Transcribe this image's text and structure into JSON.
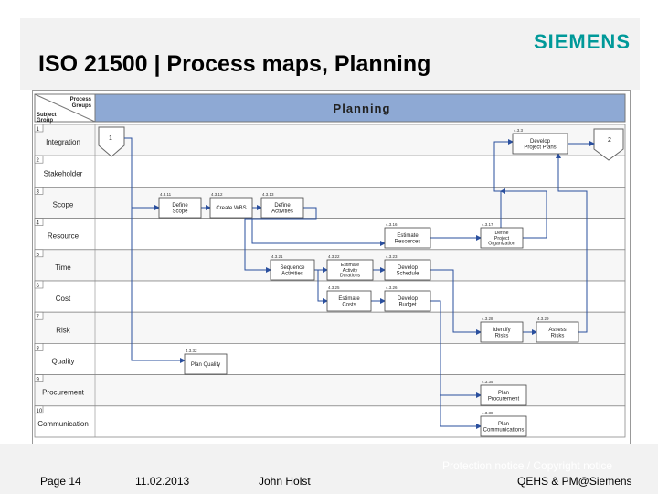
{
  "slide": {
    "title": "ISO 21500 | Process maps, Planning",
    "logo": "SIEMENS",
    "brand_color": "#009999",
    "footer": {
      "page": "Page 14",
      "date": "11.02.2013",
      "author": "John Holst",
      "notice": "Protection notice / Copyright notice",
      "department": "QEHS & PM@Siemens"
    }
  },
  "diagram": {
    "header_title": "Planning",
    "corner_process_groups": "Process Groups",
    "corner_subject_group": "Subject Group",
    "connector_start": "1",
    "connector_end": "2",
    "header_color": "#8ea9d4",
    "subjects": [
      {
        "num": "1",
        "name": "Integration"
      },
      {
        "num": "2",
        "name": "Stakeholder"
      },
      {
        "num": "3",
        "name": "Scope"
      },
      {
        "num": "4",
        "name": "Resource"
      },
      {
        "num": "5",
        "name": "Time"
      },
      {
        "num": "6",
        "name": "Cost"
      },
      {
        "num": "7",
        "name": "Risk"
      },
      {
        "num": "8",
        "name": "Quality"
      },
      {
        "num": "9",
        "name": "Procurement"
      },
      {
        "num": "10",
        "name": "Communication"
      }
    ],
    "processes": [
      {
        "id": "4.3.3",
        "lines": [
          "Develop",
          "Project Plans"
        ]
      },
      {
        "id": "4.3.11",
        "lines": [
          "Define",
          "Scope"
        ]
      },
      {
        "id": "4.3.12",
        "lines": [
          "Create WBS"
        ]
      },
      {
        "id": "4.3.13",
        "lines": [
          "Define",
          "Activities"
        ]
      },
      {
        "id": "4.3.16",
        "lines": [
          "Estimate",
          "Resources"
        ]
      },
      {
        "id": "4.3.17",
        "lines": [
          "Define",
          "Project",
          "Organization"
        ]
      },
      {
        "id": "4.3.21",
        "lines": [
          "Sequence",
          "Activities"
        ]
      },
      {
        "id": "4.3.22",
        "lines": [
          "Estimate",
          "Activity",
          "Durations"
        ]
      },
      {
        "id": "4.3.23",
        "lines": [
          "Develop",
          "Schedule"
        ]
      },
      {
        "id": "4.3.25",
        "lines": [
          "Estimate",
          "Costs"
        ]
      },
      {
        "id": "4.3.26",
        "lines": [
          "Develop",
          "Budget"
        ]
      },
      {
        "id": "4.3.28",
        "lines": [
          "Identify",
          "Risks"
        ]
      },
      {
        "id": "4.3.29",
        "lines": [
          "Assess",
          "Risks"
        ]
      },
      {
        "id": "4.3.32",
        "lines": [
          "Plan Quality"
        ]
      },
      {
        "id": "4.3.35",
        "lines": [
          "Plan",
          "Procurement"
        ]
      },
      {
        "id": "4.3.38",
        "lines": [
          "Plan",
          "Communications"
        ]
      }
    ]
  }
}
